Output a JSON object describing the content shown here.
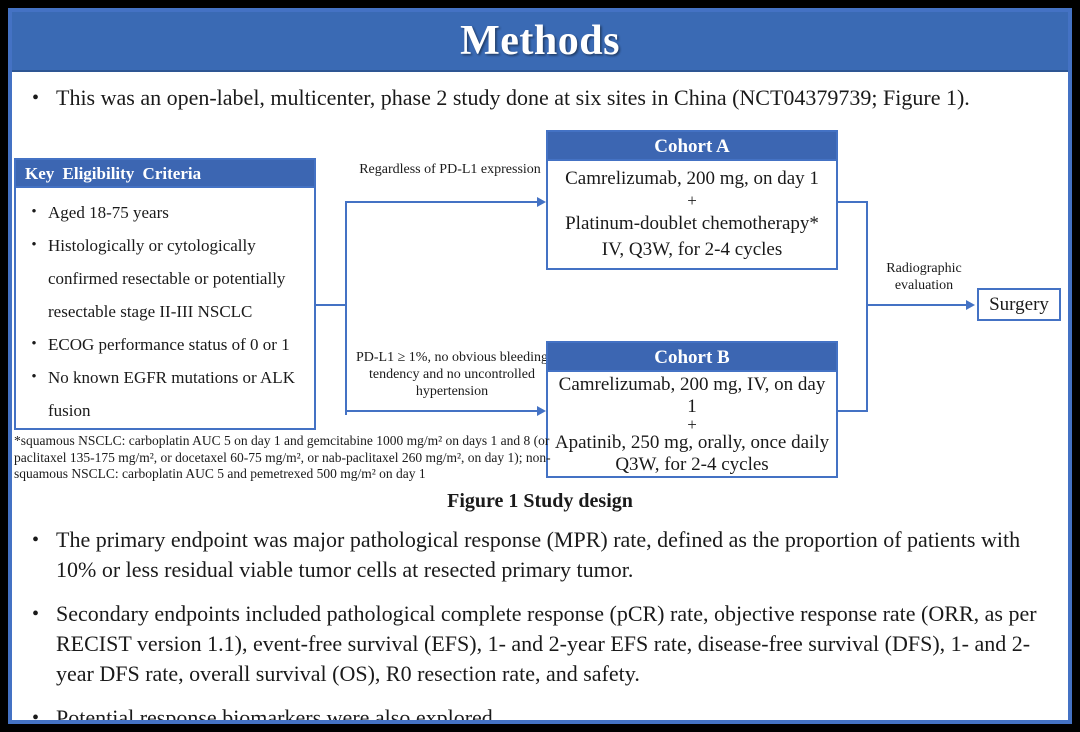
{
  "slide": {
    "title": "Methods",
    "intro_bullet": "This was an open-label, multicenter, phase 2 study done at six sites in China (NCT04379739; Figure 1).",
    "caption": "Figure 1 Study design",
    "endpoint_bullets": [
      "The primary endpoint was major pathological response (MPR) rate, defined as the proportion of patients with 10% or less residual viable tumor cells at resected primary tumor.",
      "Secondary endpoints included pathological complete response (pCR) rate, objective response rate (ORR, as per RECIST version 1.1), event-free survival (EFS), 1- and 2-year EFS rate, disease-free survival (DFS), 1- and 2-year DFS rate, overall survival (OS), R0 resection rate, and safety.",
      "Potential response biomarkers were also explored."
    ],
    "bullet_glyph": "•"
  },
  "figure": {
    "eligibility": {
      "header": "Key Eligibility Criteria",
      "items": [
        "Aged 18-75 years",
        "Histologically or cytologically confirmed resectable or potentially resectable stage II-III NSCLC",
        "ECOG performance status of 0 or 1",
        "No known EGFR mutations or ALK fusion"
      ]
    },
    "branch_labels": {
      "top": "Regardless of PD-L1 expression",
      "bottom": "PD-L1 ≥ 1%, no obvious bleeding tendency and no uncontrolled hypertension"
    },
    "cohort_a": {
      "header": "Cohort A",
      "lines": [
        "Camrelizumab, 200 mg, on day 1",
        "+",
        "Platinum-doublet chemotherapy*",
        "IV, Q3W, for 2-4 cycles"
      ]
    },
    "cohort_b": {
      "header": "Cohort B",
      "lines": [
        "Camrelizumab, 200 mg, IV, on day 1",
        "+",
        "Apatinib, 250 mg, orally, once daily",
        "Q3W, for 2-4 cycles"
      ]
    },
    "evaluation_label": "Radiographic evaluation",
    "surgery_label": "Surgery",
    "footnote": "*squamous NSCLC: carboplatin AUC 5 on day 1 and gemcitabine 1000 mg/m² on days 1 and 8 (or paclitaxel 135-175 mg/m², or docetaxel 60-75 mg/m², or nab-paclitaxel 260 mg/m², on day 1); non-squamous NSCLC: carboplatin AUC 5 and pemetrexed 500 mg/m² on day 1"
  },
  "colors": {
    "banner_blue": "#3a6ab4",
    "header_blue": "#3c66b2",
    "line_blue": "#4472c4",
    "border_blue": "#4472c4"
  }
}
